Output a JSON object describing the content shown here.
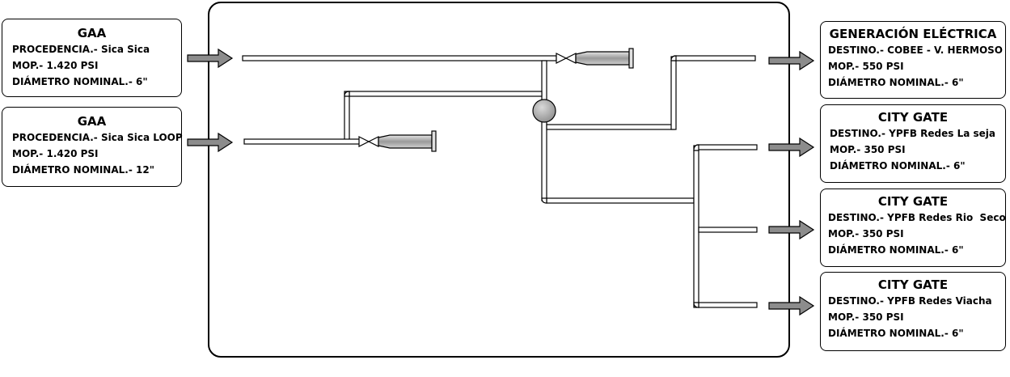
{
  "sources": [
    {
      "title": "GAA",
      "rows": [
        {
          "label": "PROCEDENCIA.-",
          "value": "Sica Sica"
        },
        {
          "label": "MOP.-",
          "value": "1.420 PSI"
        },
        {
          "label": "DIÁMETRO NOMINAL.-",
          "value": "6\""
        }
      ]
    },
    {
      "title": "GAA",
      "rows": [
        {
          "label": "PROCEDENCIA.-",
          "value": "Sica Sica LOOP"
        },
        {
          "label": "MOP.-",
          "value": "1.420 PSI"
        },
        {
          "label": "DIÁMETRO NOMINAL.-",
          "value": "12\""
        }
      ]
    }
  ],
  "destinations": [
    {
      "title": "GENERACIÓN ELÉCTRICA",
      "rows": [
        {
          "label": "DESTINO.-",
          "value": "COBEE - V. HERMOSO"
        },
        {
          "label": "MOP.-",
          "value": "550 PSI"
        },
        {
          "label": "DIÁMETRO NOMINAL.-",
          "value": "6\""
        }
      ]
    },
    {
      "title": "CITY GATE",
      "rows": [
        {
          "label": "DESTINO.-",
          "value": "YPFB Redes La seja"
        },
        {
          "label": "MOP.-",
          "value": "350 PSI"
        },
        {
          "label": "DIÁMETRO NOMINAL.-",
          "value": "6\""
        }
      ]
    },
    {
      "title": "CITY GATE",
      "rows": [
        {
          "label": "DESTINO.-",
          "value": "YPFB Redes Rio  Seco"
        },
        {
          "label": "MOP.-",
          "value": "350 PSI"
        },
        {
          "label": "DIÁMETRO NOMINAL.-",
          "value": "6\""
        }
      ]
    },
    {
      "title": "CITY GATE",
      "rows": [
        {
          "label": "DESTINO.-",
          "value": "YPFB Redes Viacha"
        },
        {
          "label": "MOP.-",
          "value": "350 PSI"
        },
        {
          "label": "DIÁMETRO NOMINAL.-",
          "value": "6\""
        }
      ]
    }
  ],
  "colors": {
    "arrow_fill": "#8c8c8c",
    "pipe_fill": "#ffffff",
    "receiver_fill": "#b0b0b0",
    "header_ball": "#a6a6a6",
    "outline": "#000000"
  }
}
